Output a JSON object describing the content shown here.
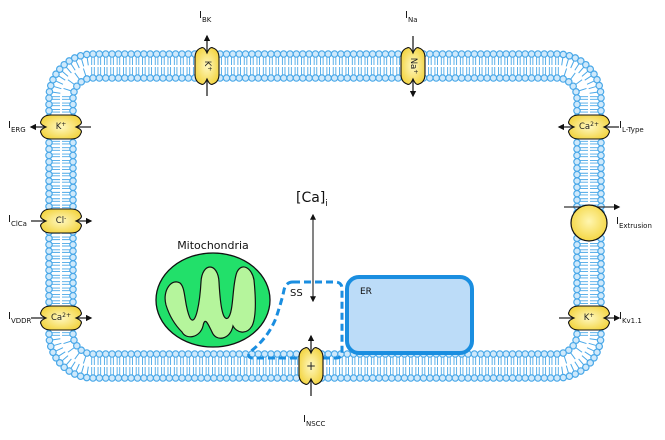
{
  "diagram": {
    "title": "Cell membrane ion currents",
    "colors": {
      "membrane_head": "#4aa8e8",
      "membrane_tail": "#4aa8e8",
      "channel_fill": "#f5d94a",
      "channel_highlight": "#fff6b0",
      "mito_outer": "#22e06a",
      "mito_inner": "#b5f59c",
      "er_fill": "#bcdcf8",
      "er_stroke": "#1a8ee0",
      "ss_stroke": "#1a8ee0",
      "arrow": "#111111"
    },
    "channels": [
      {
        "id": "bk",
        "current": "I",
        "sub": "BK",
        "ion": "K",
        "ion_sup": "+",
        "side": "top",
        "direction": "out"
      },
      {
        "id": "na",
        "current": "I",
        "sub": "Na",
        "ion": "Na",
        "ion_sup": "+",
        "side": "top",
        "direction": "in"
      },
      {
        "id": "erg",
        "current": "I",
        "sub": "ERG",
        "ion": "K",
        "ion_sup": "+",
        "side": "left",
        "direction": "out"
      },
      {
        "id": "clca",
        "current": "I",
        "sub": "ClCa",
        "ion": "Cl",
        "ion_sup": "-",
        "side": "left",
        "direction": "in"
      },
      {
        "id": "vddr",
        "current": "I",
        "sub": "VDDR",
        "ion": "Ca",
        "ion_sup": "2+",
        "side": "left",
        "direction": "in"
      },
      {
        "id": "ltype",
        "current": "I",
        "sub": "L-Type",
        "ion": "Ca",
        "ion_sup": "2+",
        "side": "right",
        "direction": "in"
      },
      {
        "id": "extrusion",
        "current": "I",
        "sub": "Extrusion",
        "ion": "",
        "ion_sup": "",
        "side": "right",
        "direction": "out",
        "kind": "pump"
      },
      {
        "id": "kv11",
        "current": "I",
        "sub": "Kv1.1",
        "ion": "K",
        "ion_sup": "+",
        "side": "right",
        "direction": "out"
      },
      {
        "id": "nscc",
        "current": "I",
        "sub": "NSCC",
        "ion": "+",
        "ion_sup": "",
        "side": "bottom",
        "direction": "in"
      }
    ],
    "organelles": {
      "mitochondria": "Mitochondria",
      "ss": "SS",
      "er": "ER"
    },
    "cytosolic_calcium": {
      "text": "[Ca]",
      "sub": "i"
    }
  }
}
